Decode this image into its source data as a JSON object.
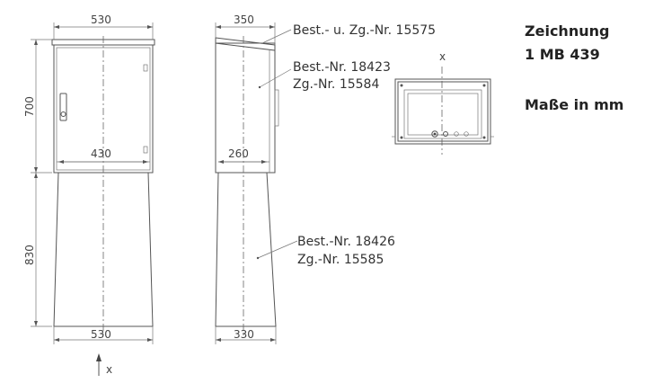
{
  "header": {
    "title_line1": "Zeichnung",
    "title_line2": "1 MB 439",
    "units": "Maße in mm"
  },
  "dimensions": {
    "cabinet_width": "530",
    "cabinet_depth": "350",
    "cabinet_height": "700",
    "base_top_width": "430",
    "base_top_depth": "260",
    "base_height": "830",
    "base_bottom_width": "530",
    "base_bottom_depth": "330"
  },
  "labels": {
    "roof": "Best.- u. Zg.-Nr. 15575",
    "cabinet_best": "Best.-Nr. 18423",
    "cabinet_zg": "Zg.-Nr. 15584",
    "base_best": "Best.-Nr. 18426",
    "base_zg": "Zg.-Nr. 15585"
  },
  "view": {
    "top_view_marker": "x",
    "front_view_marker": "x"
  }
}
